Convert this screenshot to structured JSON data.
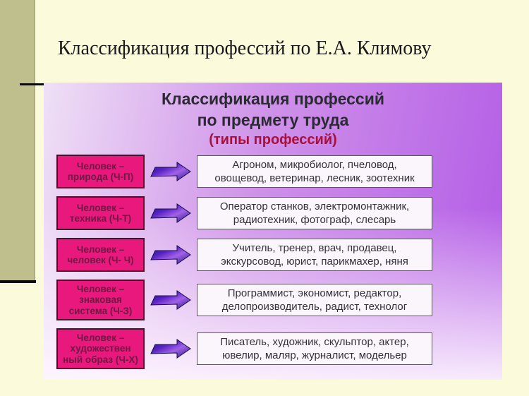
{
  "slide": {
    "title": "Классификация профессий по Е.А. Климову"
  },
  "panel": {
    "title_line1": "Классификация профессий",
    "title_line2": "по предмету труда",
    "subtitle": "(типы профессий)"
  },
  "rows": [
    {
      "icon": "right-arrow",
      "type_lines": [
        "Человек –",
        "природа (Ч-П)"
      ],
      "prof_lines": [
        "Агроном, микробиолог, пчеловод,",
        "овощевод, ветеринар, лесник, зоотехник"
      ]
    },
    {
      "icon": "right-arrow",
      "type_lines": [
        "Человек –",
        "техника (Ч-Т)"
      ],
      "prof_lines": [
        "Оператор станков, электромонтажник,",
        "радиотехник, фотограф, слесарь"
      ]
    },
    {
      "icon": "right-arrow",
      "type_lines": [
        "Человек –",
        "человек (Ч- Ч)"
      ],
      "prof_lines": [
        "Учитель, тренер, врач, продавец,",
        "экскурсовод, юрист, парикмахер, няня"
      ]
    },
    {
      "icon": "right-arrow",
      "type_lines": [
        "Человек –",
        "знаковая",
        "система (Ч-З)"
      ],
      "prof_lines": [
        "Программист, экономист, редактор,",
        "делопроизводитель, радист, технолог"
      ]
    },
    {
      "icon": "right-arrow",
      "type_lines": [
        "Человек –",
        "художествен",
        "ный образ (Ч-Х)"
      ],
      "prof_lines": [
        "Писатель, художник, скульптор, актер,",
        "ювелир, маляр, журналист, модельер"
      ]
    }
  ],
  "colors": {
    "cream": "#FBFBDB",
    "olive": "#BEBF8D",
    "olive_edge": "#ADAD7E",
    "panel_purple": "#B25AE6",
    "panel_light": "#EFE0F6",
    "magenta": "#E9187C",
    "magenta_border": "#47102C",
    "magenta_text": "#6E1A45",
    "box_bg": "#FAF6FB",
    "box_border": "#5C5662",
    "box_text": "#35303C",
    "subtitle_red": "#A8103C",
    "title_text": "#1A1A1A",
    "panel_title_text": "#2A2A33",
    "arrow_dark": "#1B1272",
    "arrow_mid": "#5A23C4",
    "arrow_light": "#A162E8"
  }
}
